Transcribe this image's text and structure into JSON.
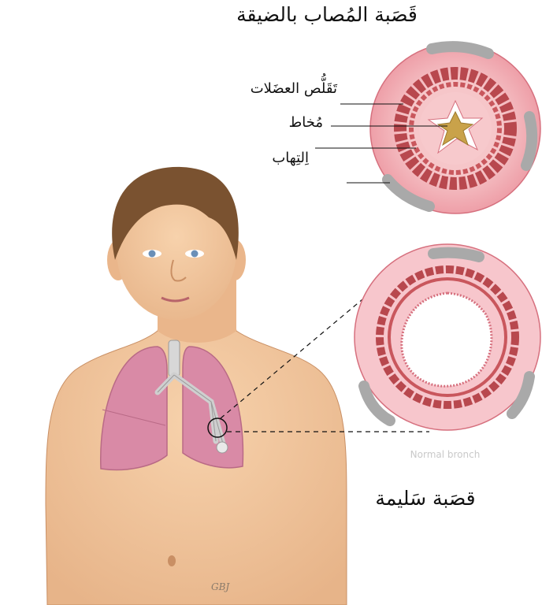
{
  "titles": {
    "top": "قَصَبة المُصاب بالضيقة",
    "bottom": "قصَبة سَليمة"
  },
  "labels": {
    "muscle": "تَقَلُّص العضَلات",
    "mucus": "مُخاط",
    "inflammation": "اِلتِهاب"
  },
  "faint_text": "Normal bronch",
  "signature": "GBJ",
  "colors": {
    "skin": "#f0c39a",
    "hair": "#7a5230",
    "lung": "#d98aa6",
    "bronchus_wall": "#f3b6bd",
    "muscle": "#b8484e",
    "mucus": "#c9a24a",
    "cartilage": "#a9a9a9"
  }
}
